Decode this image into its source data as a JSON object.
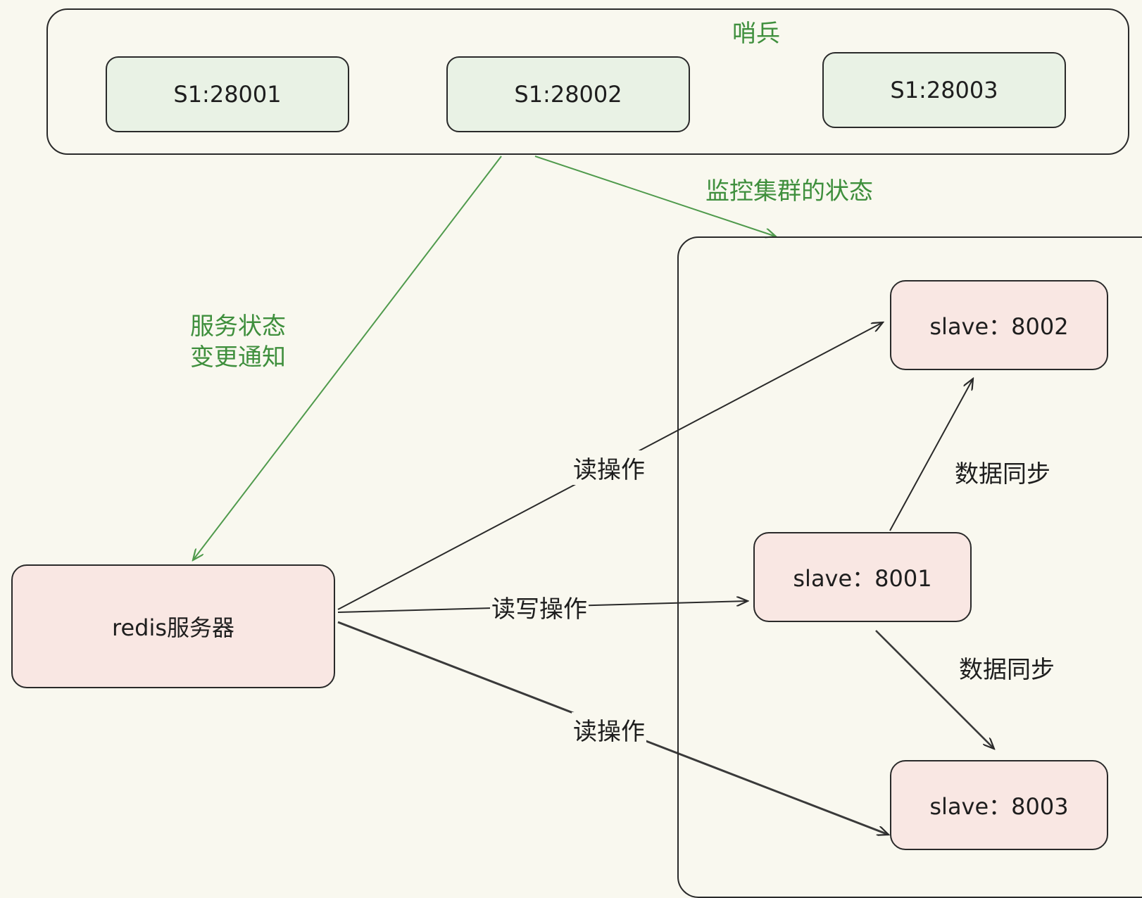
{
  "sentinel_group": {
    "title": "哨兵",
    "nodes": [
      "S1:28001",
      "S1:28002",
      "S1:28003"
    ]
  },
  "cluster": {
    "slaves": {
      "s8002": "slave：8002",
      "s8001": "slave：8001",
      "s8003": "slave：8003"
    }
  },
  "redis_server": {
    "label": "redis服务器"
  },
  "edge_labels": {
    "monitor": "监控集群的状态",
    "notify_line1": "服务状态",
    "notify_line2": "变更通知",
    "read_top": "读操作",
    "read_write": "读写操作",
    "read_bottom": "读操作",
    "sync_top": "数据同步",
    "sync_bottom": "数据同步"
  },
  "colors": {
    "background": "#f9f8ef",
    "sentinel_fill": "#e9f2e5",
    "redis_fill": "#f9e7e3",
    "green_text": "#3f8f3d",
    "green_line": "#4f9a4c",
    "dark_line": "#2a2a2a"
  }
}
